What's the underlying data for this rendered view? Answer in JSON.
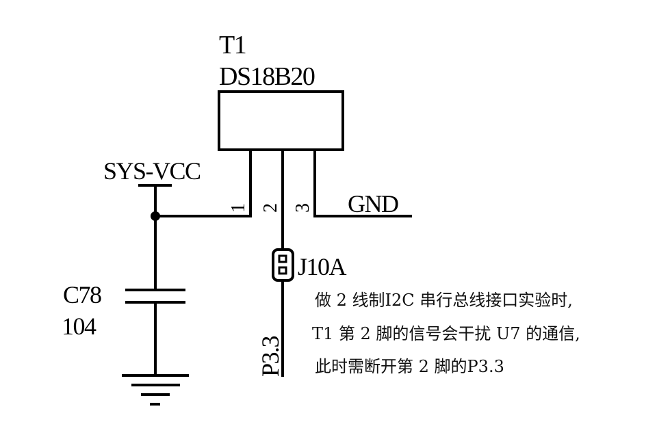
{
  "component_t1": {
    "designator": "T1",
    "part": "DS18B20",
    "pins": [
      "1",
      "2",
      "3"
    ]
  },
  "power": {
    "vcc_label": "SYS-VCC",
    "gnd_label": "GND"
  },
  "capacitor": {
    "designator": "C78",
    "value": "104"
  },
  "jumper": {
    "designator": "J10A"
  },
  "net": {
    "p33_label": "P3.3"
  },
  "note": {
    "lines": [
      "做 2 线制I2C 串行总线接口实验时,",
      "T1 第 2 脚的信号会干扰 U7 的通信,",
      "此时需断开第 2 脚的P3.3"
    ]
  }
}
